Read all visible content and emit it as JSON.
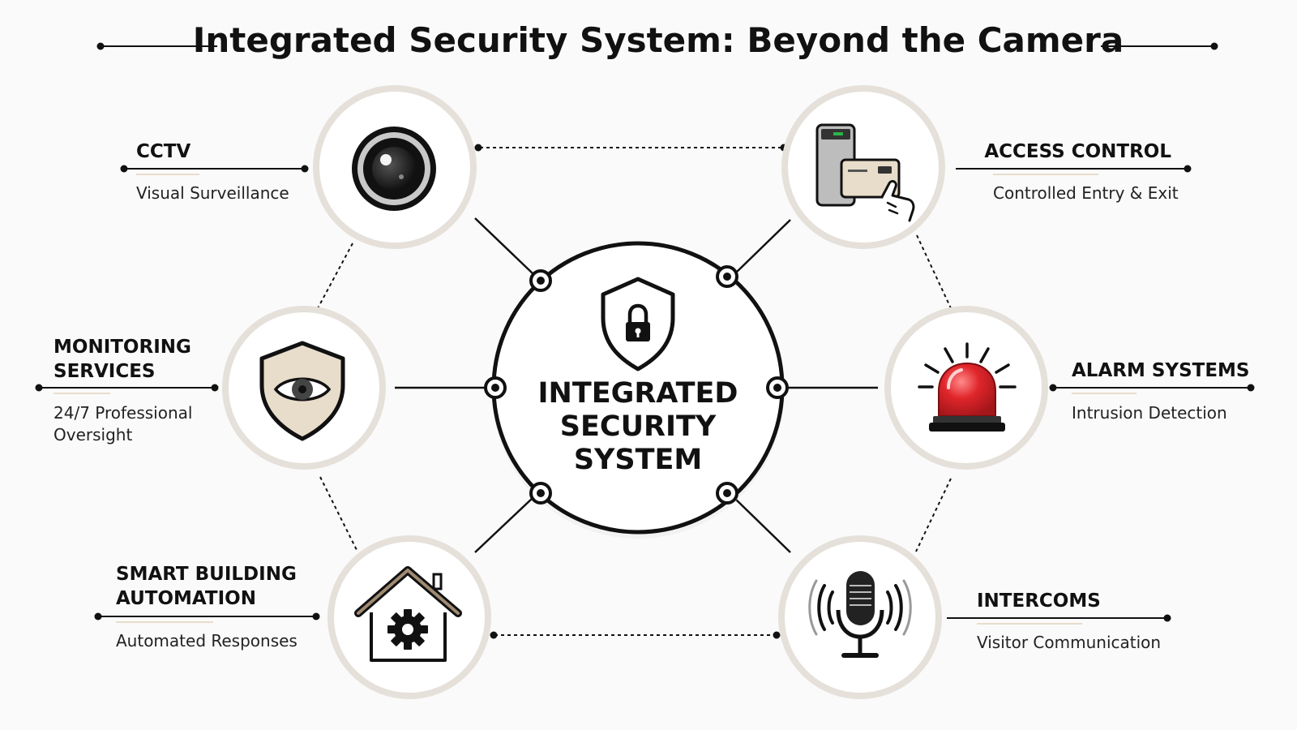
{
  "title": "Integrated Security System: Beyond the Camera",
  "center": {
    "lines": [
      "INTEGRATED",
      "SECURITY",
      "SYSTEM"
    ],
    "icon": "shield-lock-icon"
  },
  "components": {
    "cctv": {
      "title_lines": [
        "CCTV"
      ],
      "desc_lines": [
        "Visual Surveillance"
      ],
      "icon": "camera-lens-icon"
    },
    "access_control": {
      "title_lines": [
        "ACCESS CONTROL"
      ],
      "desc_lines": [
        "Controlled Entry & Exit"
      ],
      "icon": "keycard-reader-icon"
    },
    "monitoring_services": {
      "title_lines": [
        "MONITORING",
        "SERVICES"
      ],
      "desc_lines": [
        "24/7 Professional",
        "Oversight"
      ],
      "icon": "shield-eye-icon"
    },
    "alarm_systems": {
      "title_lines": [
        "ALARM SYSTEMS"
      ],
      "desc_lines": [
        "Intrusion Detection"
      ],
      "icon": "alarm-siren-icon"
    },
    "smart_building_automation": {
      "title_lines": [
        "SMART BUILDING",
        "AUTOMATION"
      ],
      "desc_lines": [
        "Automated Responses"
      ],
      "icon": "house-gear-icon"
    },
    "intercoms": {
      "title_lines": [
        "INTERCOMS"
      ],
      "desc_lines": [
        "Visitor Communication"
      ],
      "icon": "microphone-icon"
    }
  },
  "colors": {
    "node_ring": "#e5e0d9",
    "center_ring": "#111111",
    "alarm_red": "#e0262b",
    "accent_beige": "#e8dccb"
  }
}
